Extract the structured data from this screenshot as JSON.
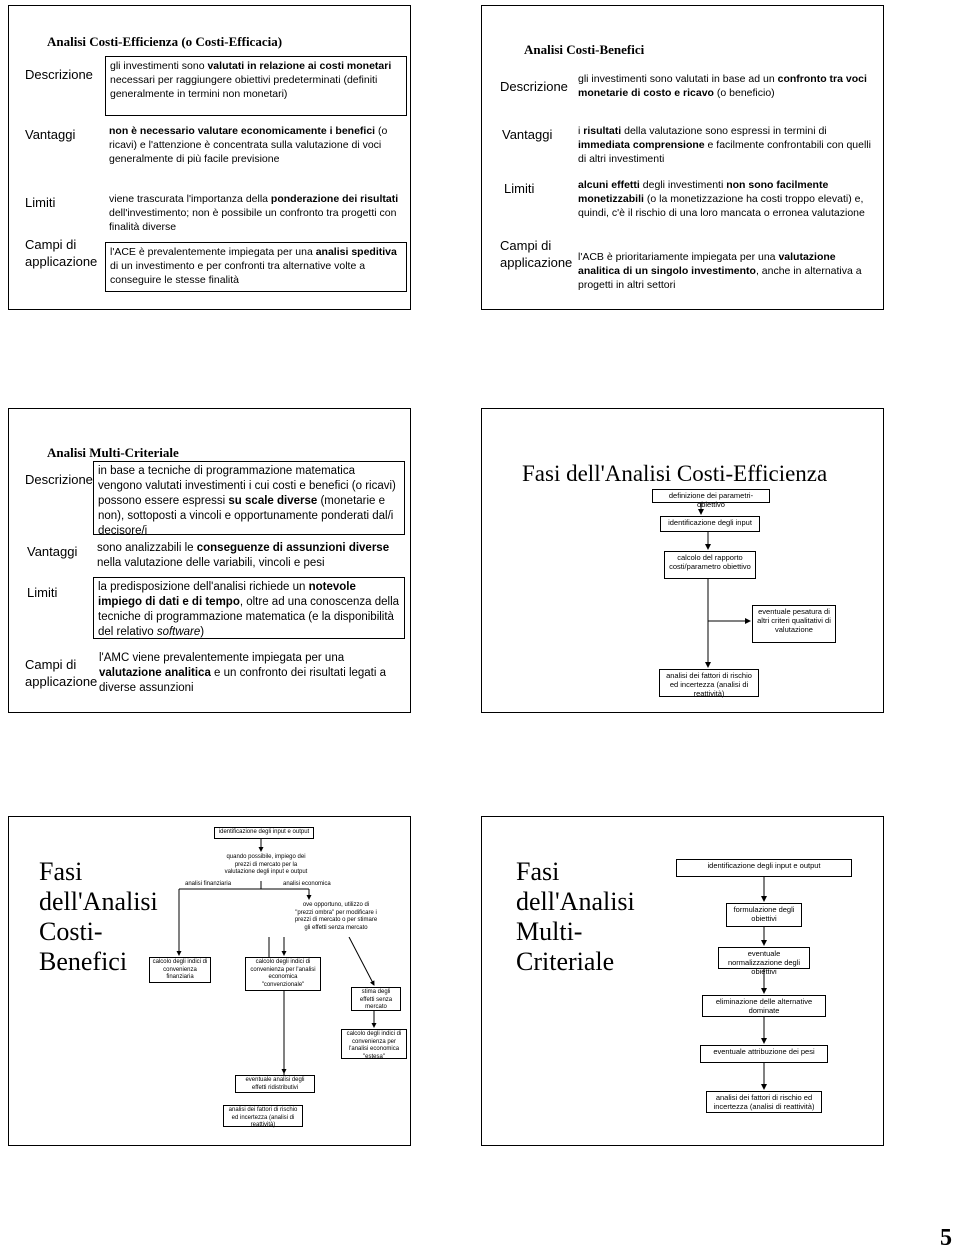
{
  "slide1": {
    "title": "Analisi Costi-Efficienza (o Costi-Efficacia)",
    "labels": {
      "descrizione": "Descrizione",
      "vantaggi": "Vantaggi",
      "limiti": "Limiti",
      "campi": "Campi di applicazione"
    },
    "descrizione": [
      {
        "t": "gli investimenti sono ",
        "b": false
      },
      {
        "t": "valutati in relazione ai costi monetari",
        "b": true
      },
      {
        "t": " necessari per raggiungere obiettivi predeterminati (definiti generalmente in termini non monetari)",
        "b": false
      }
    ],
    "vantaggi": [
      {
        "t": "non è necessario valutare economicamente i benefici",
        "b": true
      },
      {
        "t": " (o ricavi) e l'attenzione è concentrata sulla valutazione di voci generalmente di più facile previsione",
        "b": false
      }
    ],
    "limiti": [
      {
        "t": "viene trascurata l'importanza della ",
        "b": false
      },
      {
        "t": "ponderazione dei risultati",
        "b": true
      },
      {
        "t": " dell'investimento; non è possibile un confronto tra progetti con finalità diverse",
        "b": false
      }
    ],
    "campi": [
      {
        "t": "l'ACE è prevalentemente impiegata per una ",
        "b": false
      },
      {
        "t": "analisi speditiva",
        "b": true
      },
      {
        "t": " di un investimento e per confronti tra alternative volte a conseguire le stesse finalità",
        "b": false
      }
    ]
  },
  "slide2": {
    "title": "Analisi Costi-Benefici",
    "labels": {
      "descrizione": "Descrizione",
      "vantaggi": "Vantaggi",
      "limiti": "Limiti",
      "campi": "Campi di applicazione"
    },
    "descrizione": [
      {
        "t": "gli investimenti sono valutati in base ad un ",
        "b": false
      },
      {
        "t": "confronto tra voci monetarie di costo e ricavo",
        "b": true
      },
      {
        "t": " (o beneficio)",
        "b": false
      }
    ],
    "vantaggi": [
      {
        "t": "i ",
        "b": false
      },
      {
        "t": "risultati",
        "b": true
      },
      {
        "t": " della valutazione sono espressi in termini di ",
        "b": false
      },
      {
        "t": "immediata comprensione",
        "b": true
      },
      {
        "t": " e facilmente confrontabili con quelli di altri investimenti",
        "b": false
      }
    ],
    "limiti": [
      {
        "t": "alcuni effetti",
        "b": true
      },
      {
        "t": " degli investimenti ",
        "b": false
      },
      {
        "t": "non sono facilmente monetizzabili",
        "b": true
      },
      {
        "t": " (o la monetizzazione ha costi troppo elevati) e, quindi, c'è il rischio di una loro mancata o erronea valutazione",
        "b": false
      }
    ],
    "campi": [
      {
        "t": "l'ACB è prioritariamente impiegata per una ",
        "b": false
      },
      {
        "t": "valutazione analitica di un singolo investimento",
        "b": true
      },
      {
        "t": ", anche in alternativa a progetti in altri settori",
        "b": false
      }
    ]
  },
  "slide3": {
    "title_plain": "Analisi ",
    "title_bold": "Multi-Criteriale",
    "labels": {
      "descrizione": "Descrizione",
      "vantaggi": "Vantaggi",
      "limiti": "Limiti",
      "campi": "Campi di applicazione"
    },
    "descrizione": [
      {
        "t": "in base a tecniche di programmazione matematica vengono valutati investimenti i cui costi e benefici (o ricavi) possono essere espressi ",
        "b": false
      },
      {
        "t": "su scale diverse",
        "b": true
      },
      {
        "t": " (monetarie e non), sottoposti a vincoli e opportunamente ponderati dal/i decisore/i",
        "b": false
      }
    ],
    "vantaggi": [
      {
        "t": "sono analizzabili le ",
        "b": false
      },
      {
        "t": "conseguenze di assunzioni diverse",
        "b": true
      },
      {
        "t": " nella valutazione delle variabili, vincoli e pesi",
        "b": false
      }
    ],
    "limiti": [
      {
        "t": "la predisposizione dell'analisi richiede un ",
        "b": false
      },
      {
        "t": "notevole impiego di dati e di tempo",
        "b": true
      },
      {
        "t": ", oltre ad una conoscenza della tecniche di programmazione matematica (e la disponibilità del relativo ",
        "b": false
      },
      {
        "t": "software",
        "b": false,
        "i": true
      },
      {
        "t": ")",
        "b": false
      }
    ],
    "campi": [
      {
        "t": "l'AMC viene prevalentemente impiegata per una ",
        "b": false
      },
      {
        "t": "valutazione analitica",
        "b": true
      },
      {
        "t": " e un confronto dei risultati legati a diverse assunzioni",
        "b": false
      }
    ]
  },
  "slide4": {
    "title": "Fasi dell'Analisi Costi-Efficienza",
    "steps": [
      "definizione dei parametri-obiettivo",
      "identificazione degli input",
      "calcolo del rapporto costi/parametro obiettivo",
      "eventuale pesatura di altri criteri qualitativi di valutazione",
      "analisi dei fattori di rischio ed incertezza (analisi di reattività)"
    ]
  },
  "slide5": {
    "title": "Fasi dell'Analisi Costi-Benefici",
    "steps": {
      "top": "identificazione degli input e output",
      "quando": "quando possibile, impiego dei prezzi di mercato per la valutazione degli input e output",
      "fin_label": "analisi finanziaria",
      "eco_label": "analisi economica",
      "ove": "ove opportuno, utilizzo di \"prezzi ombra\" per modificare i prezzi di mercato o per stimare gli effetti senza mercato",
      "calc_fin": "calcolo degli indici di convenienza finanziaria",
      "calc_conv": "calcolo degli indici di convenienza per l'analisi economica \"convenzionale\"",
      "stima": "stima degli effetti senza mercato",
      "calc_est": "calcolo degli indici di convenienza per l'analisi economica \"estesa\"",
      "redistr": "eventuale analisi degli effetti ridistributivi",
      "rischio": "analisi dei fattori di rischio ed incertezza (analisi di reattività)"
    }
  },
  "slide6": {
    "title": "Fasi dell'Analisi Multi-Criteriale",
    "steps": [
      "identificazione degli input e output",
      "formulazione degli obiettivi",
      "eventuale normalizzazione degli obiettivi",
      "eliminazione delle alternative dominate",
      "eventuale attribuzione dei pesi",
      "analisi dei fattori di rischio ed incertezza (analisi di reattività)"
    ]
  },
  "page_number": "5"
}
